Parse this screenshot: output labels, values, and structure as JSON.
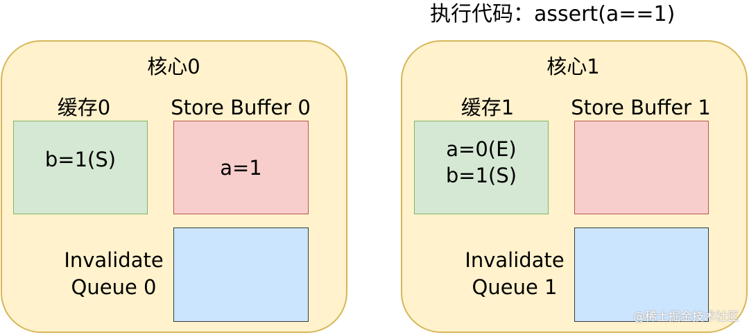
{
  "exec_label": "执行代码：assert(a==1)",
  "watermark": "@稀土掘金技术社区",
  "cores": [
    {
      "title": "核心0",
      "cache_label": "缓存0",
      "cache_lines": [
        "b=1(S)"
      ],
      "store_buffer_label": "Store Buffer 0",
      "store_buffer_lines": [
        "a=1"
      ],
      "invalidate_queue_label_line1": "Invalidate",
      "invalidate_queue_label_line2": "Queue 0"
    },
    {
      "title": "核心1",
      "cache_label": "缓存1",
      "cache_lines": [
        "a=0(E)",
        "b=1(S)"
      ],
      "store_buffer_label": "Store Buffer 1",
      "store_buffer_lines": [],
      "invalidate_queue_label_line1": "Invalidate",
      "invalidate_queue_label_line2": "Queue 1"
    }
  ],
  "colors": {
    "core_fill": "#fff2cc",
    "core_stroke": "#d6b656",
    "cache_fill": "#d5e8d4",
    "cache_stroke": "#82b366",
    "store_buffer_fill": "#f8cecc",
    "store_buffer_stroke": "#b85450",
    "invalidate_queue_fill": "#cce5ff",
    "invalidate_queue_stroke": "#36393d"
  }
}
